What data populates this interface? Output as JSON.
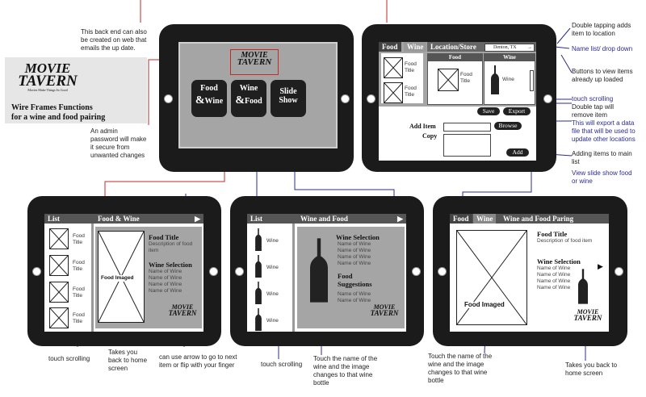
{
  "brand": {
    "logo_line1": "MOVIE",
    "logo_line2": "TAVERN",
    "tagline": "Movies Make Things So Good",
    "title_line1": "Wire Frames Functions",
    "title_line2": "for a wine and food pairing"
  },
  "annotations": {
    "backend": "This back end can also be created on web that emails the up date.",
    "admin": "An admin password will make it secure from unwanted changes",
    "double_tap_add": "Double tapping adds item to location",
    "name_list": "Name list/ drop down",
    "buttons_view": "Buttons to view items already up loaded",
    "touch_scrolling_top": "touch scrolling",
    "double_tap_remove": "Double tap will remove item",
    "export_note": "This will export a data file that will be used to update other locations",
    "adding_items": "Adding items to main list",
    "view_slide": "View slide show food or wine",
    "touch_scrolling_left": "touch scrolling",
    "takes_back_left": "Takes you back to home screen",
    "use_arrow": "can use arrow to go to next item or flip with your finger",
    "touch_scrolling_mid": "touch scrolling",
    "touch_name_mid": "Touch the name of the wine and the image changes to that wine bottle",
    "touch_name_right": "Touch the name of the wine and the image changes to that wine bottle",
    "takes_back_right": "Takes you back to home screen"
  },
  "home_screen": {
    "buttons": [
      {
        "line1": "Food",
        "amp": "&",
        "line2": "Wine"
      },
      {
        "line1": "Wine",
        "amp": "&",
        "line2": "Food"
      },
      {
        "line1": "Slide",
        "amp": "",
        "line2": "Show"
      }
    ]
  },
  "admin_screen": {
    "tab_food": "Food",
    "tab_wine": "Wine",
    "location_label": "Location/Store",
    "location_value": "Denton, TX",
    "col_food": "Food",
    "col_wine": "Wine",
    "item_food_title": "Food Title",
    "item_wine": "Wine",
    "save": "Save",
    "export": "Export",
    "add_item": "Add Item",
    "copy": "Copy",
    "browse": "Browse",
    "add": "Add"
  },
  "food_wine_screen": {
    "list_label": "List",
    "title": "Food & Wine",
    "item_label": "Food Title",
    "main_title": "Food Title",
    "main_desc": "Description of food item",
    "wine_selection": "Wine Selection",
    "wine_names": [
      "Name of Wine",
      "Name of Wine",
      "Name of Wine",
      "Name of Wine"
    ],
    "image_label": "Food Imaged"
  },
  "wine_food_screen": {
    "list_label": "List",
    "title": "Wine and Food",
    "item_label": "Wine",
    "wine_selection": "Wine Selection",
    "wine_names": [
      "Name of Wine",
      "Name of Wine",
      "Name of Wine",
      "Name of Wine"
    ],
    "food_suggestions_1": "Food",
    "food_suggestions_2": "Suggestions",
    "suggest_names": [
      "Name of Wine",
      "Name of Wine"
    ]
  },
  "pairing_screen": {
    "tab_food": "Food",
    "tab_wine": "Wine",
    "title": "Wine and Food Paring",
    "food_title": "Food Title",
    "food_desc": "Description of food item",
    "wine_selection": "Wine Selection",
    "wine_names": [
      "Name of Wine",
      "Name of Wine",
      "Name of Wine",
      "Name of Wine"
    ],
    "image_label": "Food Imaged"
  }
}
